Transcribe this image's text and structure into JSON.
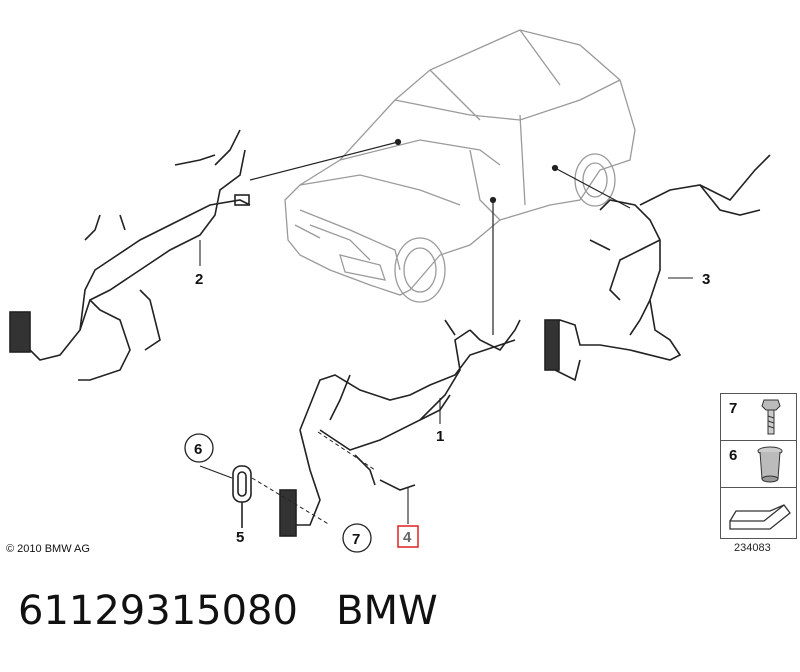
{
  "callouts": {
    "c1": "1",
    "c2": "2",
    "c3": "3",
    "c4": "4",
    "c5": "5",
    "c6": "6",
    "c7": "7"
  },
  "legend": {
    "item7": "7",
    "item6": "6"
  },
  "copyright": "© 2010 BMW AG",
  "diagram_id": "234083",
  "part_number": "61129315080",
  "brand": "BMW",
  "colors": {
    "highlight": "#dd2222",
    "line": "#222222",
    "car_line": "#9a9a9a"
  }
}
